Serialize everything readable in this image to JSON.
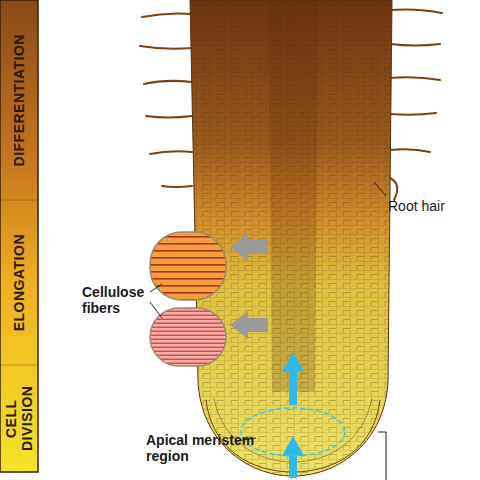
{
  "diagram": {
    "nodes": [
      {
        "text": [
          "DIFFERENTIATION"
        ]
      },
      {
        "text": [
          "ELONGATION"
        ]
      },
      {
        "text": [
          "CELL DIVISION"
        ]
      }
    ],
    "labels": [
      "Root hair",
      "Cellulose fibers",
      "Apical meristem region"
    ]
  }
}
